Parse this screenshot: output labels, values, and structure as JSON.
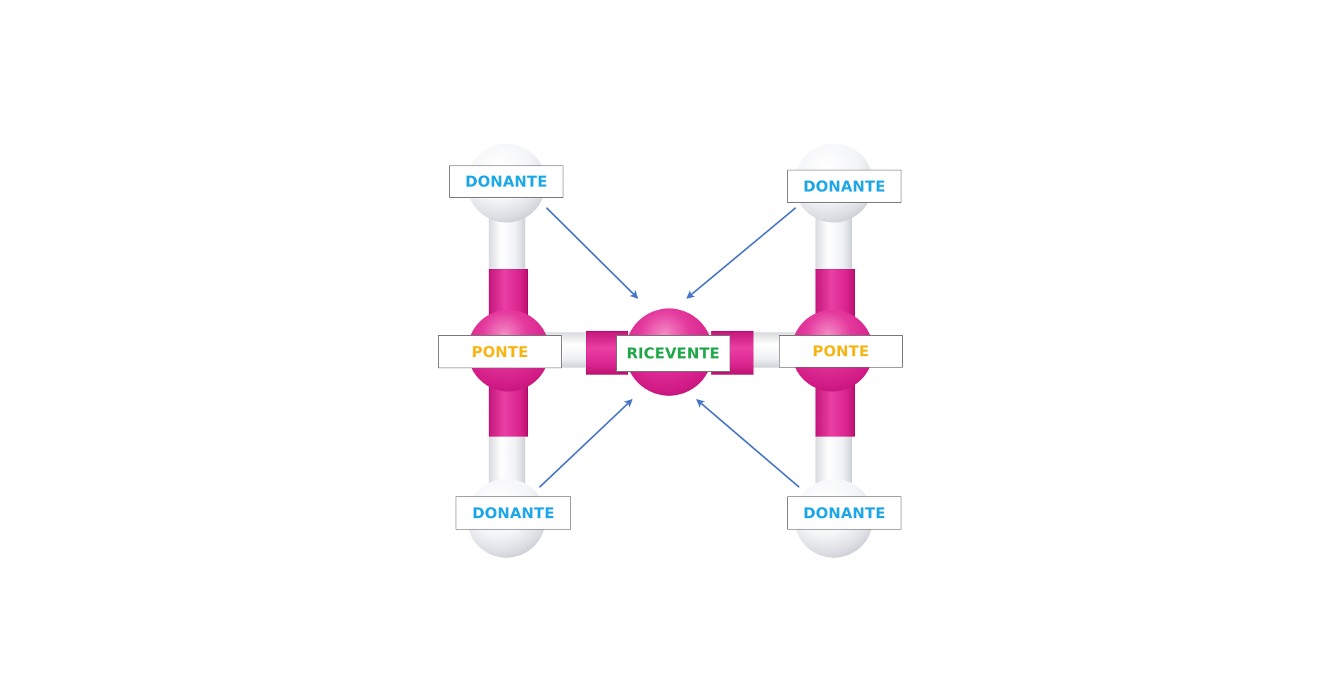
{
  "labels": {
    "donor_top_left": "DONANTE",
    "donor_top_right": "DONANTE",
    "donor_bottom_left": "DONANTE",
    "donor_bottom_right": "DONANTE",
    "bridge_left": "PONTE",
    "bridge_right": "PONTE",
    "receiver": "RICEVENTE"
  },
  "colors": {
    "donor_text": "#1fa8e8",
    "bridge_text": "#f7b516",
    "receiver_text": "#22a84a",
    "magenta": "#e0248f",
    "white_sphere": "#f2f3f5",
    "arrow": "#4a78c8"
  },
  "arrows": [
    {
      "from": "donor_top_left",
      "to": "receiver"
    },
    {
      "from": "donor_top_right",
      "to": "receiver"
    },
    {
      "from": "donor_bottom_left",
      "to": "receiver"
    },
    {
      "from": "donor_bottom_right",
      "to": "receiver"
    }
  ]
}
